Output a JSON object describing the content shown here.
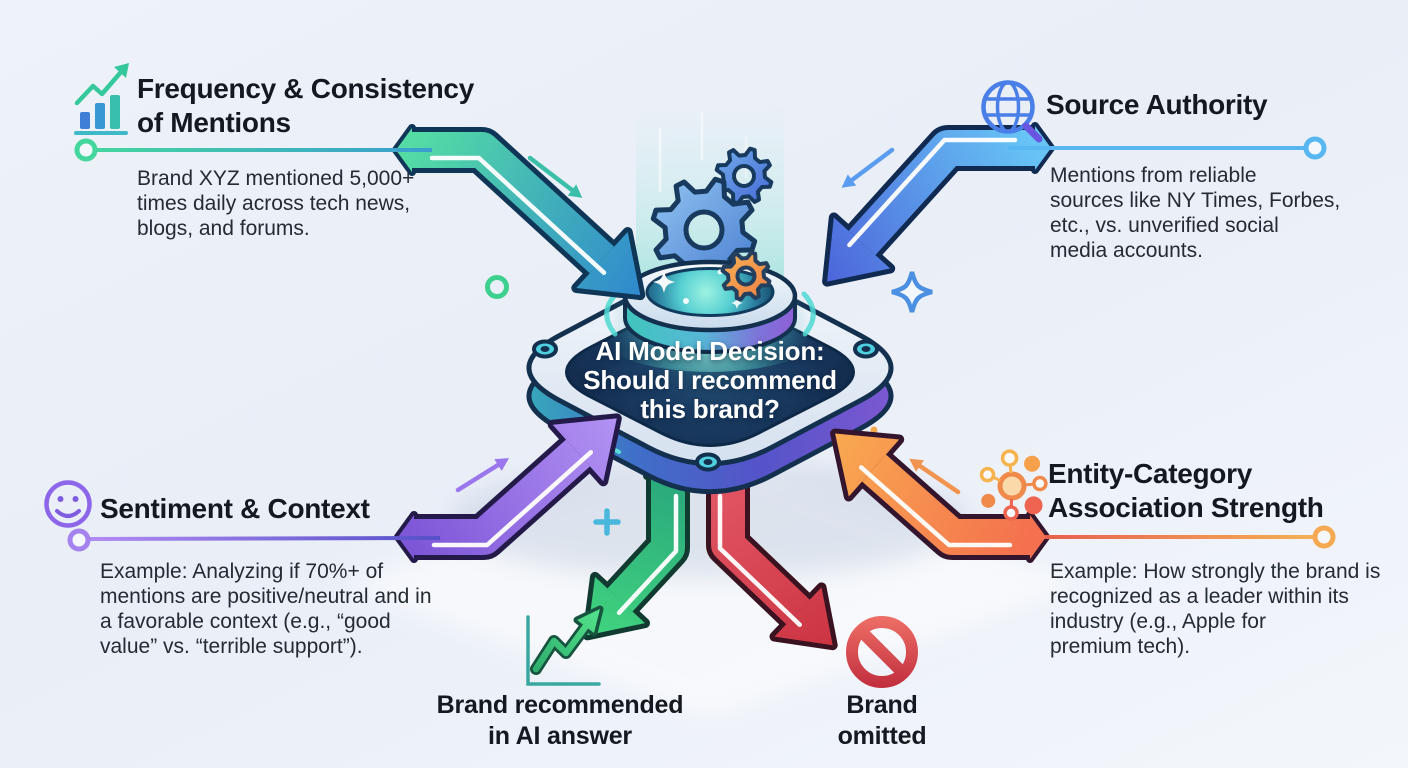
{
  "background": "#eef2f8",
  "center": {
    "decision_text": "AI Model Decision:\nShould I recommend\nthis brand?",
    "icon": "gears-icon"
  },
  "factors": {
    "frequency": {
      "heading": "Frequency & Consistency\nof Mentions",
      "description": "Brand XYZ mentioned 5,000+\ntimes daily across tech news,\nblogs, and forums.",
      "icon": "bar-chart-trend-icon",
      "accent": "#3ecf9e"
    },
    "source_authority": {
      "heading": "Source Authority",
      "description": "Mentions from reliable\nsources like NY Times, Forbes,\netc., vs. unverified social\nmedia accounts.",
      "icon": "globe-search-icon",
      "accent": "#58b7f0"
    },
    "sentiment": {
      "heading": "Sentiment & Context",
      "description": "Example: Analyzing if 70%+ of\nmentions are positive/neutral and in\na favorable context (e.g., “good\nvalue” vs. “terrible support”).",
      "icon": "smiley-icon",
      "accent": "#9a6cf0"
    },
    "entity_category": {
      "heading": "Entity-Category\nAssociation Strength",
      "description": "Example: How strongly the brand is\nrecognized as a leader within its\nindustry (e.g., Apple for\npremium tech).",
      "icon": "molecule-cluster-icon",
      "accent": "#f59b4b"
    }
  },
  "outcomes": {
    "recommended": {
      "label": "Brand recommended\nin AI answer",
      "icon": "trend-up-chart-icon",
      "color": "#2fae6e"
    },
    "omitted": {
      "label": "Brand\nomitted",
      "icon": "prohibition-icon",
      "color": "#d63c49"
    }
  }
}
